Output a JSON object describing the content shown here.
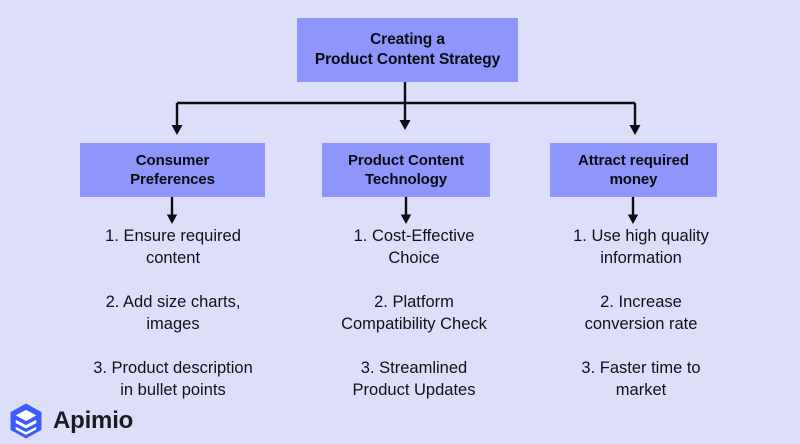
{
  "colors": {
    "background": "#dcdefa",
    "box_fill": "#8e96fb",
    "text": "#111118",
    "connector": "#0c0c12",
    "logo": "#3b5bfd",
    "logo_text": "#1b1b24"
  },
  "diagram": {
    "title_box": {
      "line1": "Creating a",
      "line2": "Product Content Strategy",
      "text": "Creating a\nProduct Content Strategy"
    },
    "branches": [
      {
        "id": "consumer-preferences",
        "heading_line1": "Consumer",
        "heading_line2": "Preferences",
        "heading": "Consumer\nPreferences",
        "items": [
          "1. Ensure required\ncontent",
          "2. Add size charts,\nimages",
          "3. Product description\nin bullet points"
        ]
      },
      {
        "id": "product-content-technology",
        "heading_line1": "Product Content",
        "heading_line2": "Technology",
        "heading": "Product Content\nTechnology",
        "items": [
          "1. Cost-Effective\nChoice",
          "2. Platform\nCompatibility Check",
          "3. Streamlined\nProduct Updates"
        ]
      },
      {
        "id": "attract-required-money",
        "heading_line1": "Attract required",
        "heading_line2": "money",
        "heading": "Attract required\nmoney",
        "items": [
          "1. Use high quality\ninformation",
          "2. Increase\nconversion rate",
          "3. Faster time to\nmarket"
        ]
      }
    ]
  },
  "logo": {
    "name": "Apimio",
    "mark": "apimio-hexagon-layers-icon"
  }
}
